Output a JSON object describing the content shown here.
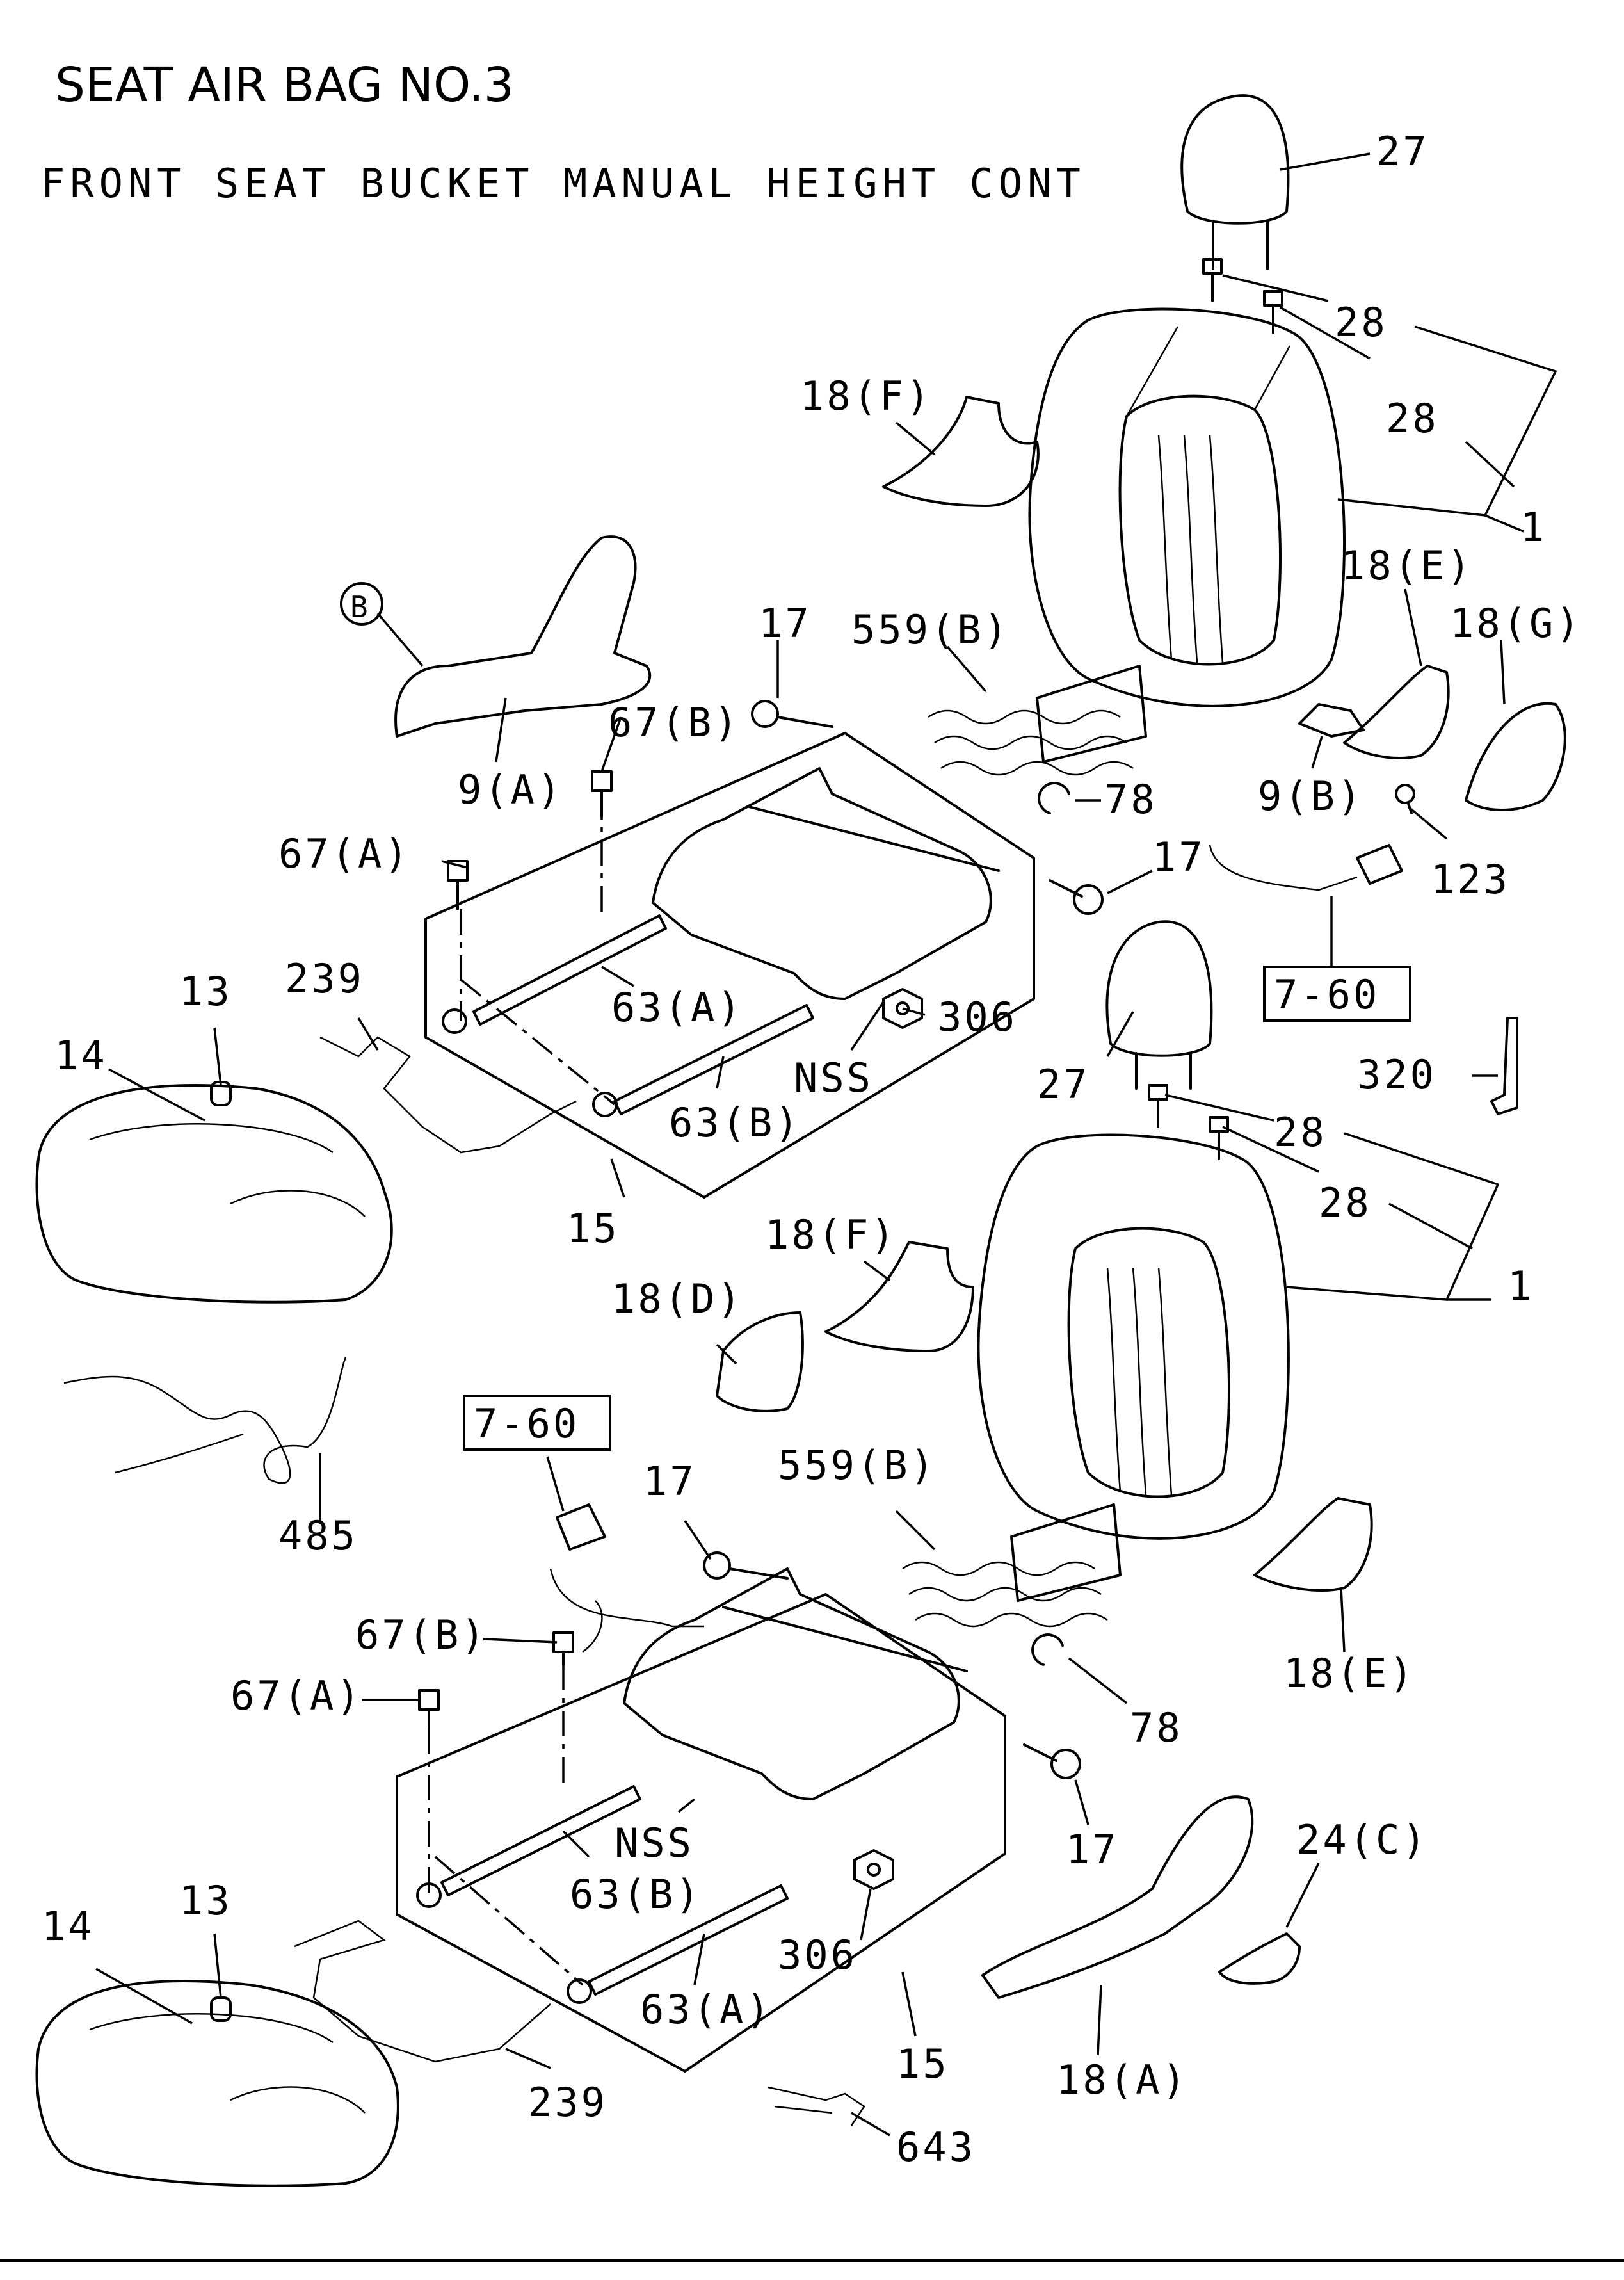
{
  "header": {
    "title": "SEAT AIR BAG NO.3",
    "subtitle": "FRONT SEAT BUCKET MANUAL HEIGHT CONT"
  },
  "callouts": {
    "c27a": "27",
    "c28a": "28",
    "c28b": "28",
    "c1a": "1",
    "c18f_a": "18(F)",
    "c18e_a": "18(E)",
    "c18g": "18(G)",
    "cB": "B",
    "c9a": "9(A)",
    "c17a": "17",
    "c559b_a": "559(B)",
    "c67b_a": "67(B)",
    "c78a": "78",
    "c9b": "9(B)",
    "c123": "123",
    "c67a_a": "67(A)",
    "c17b": "17",
    "c7_60a": "7-60",
    "c239a": "239",
    "c13a": "13",
    "c14a": "14",
    "c63a_a": "63(A)",
    "c306a": "306",
    "cNSSa": "NSS",
    "c63b_a": "63(B)",
    "c27b": "27",
    "c320": "320",
    "c28c": "28",
    "c28d": "28",
    "c1b": "1",
    "c15a": "15",
    "c18f_b": "18(F)",
    "c18d": "18(D)",
    "c485": "485",
    "c7_60b": "7-60",
    "c17c": "17",
    "c559b_b": "559(B)",
    "c67b_b": "67(B)",
    "c67a_b": "67(A)",
    "c18e_b": "18(E)",
    "c78b": "78",
    "cNSSb": "NSS",
    "c17d": "17",
    "c24c": "24(C)",
    "c13b": "13",
    "c14b": "14",
    "c63b_b": "63(B)",
    "c306b": "306",
    "c63a_b": "63(A)",
    "c15b": "15",
    "c18a": "18(A)",
    "c239b": "239",
    "c643": "643"
  }
}
